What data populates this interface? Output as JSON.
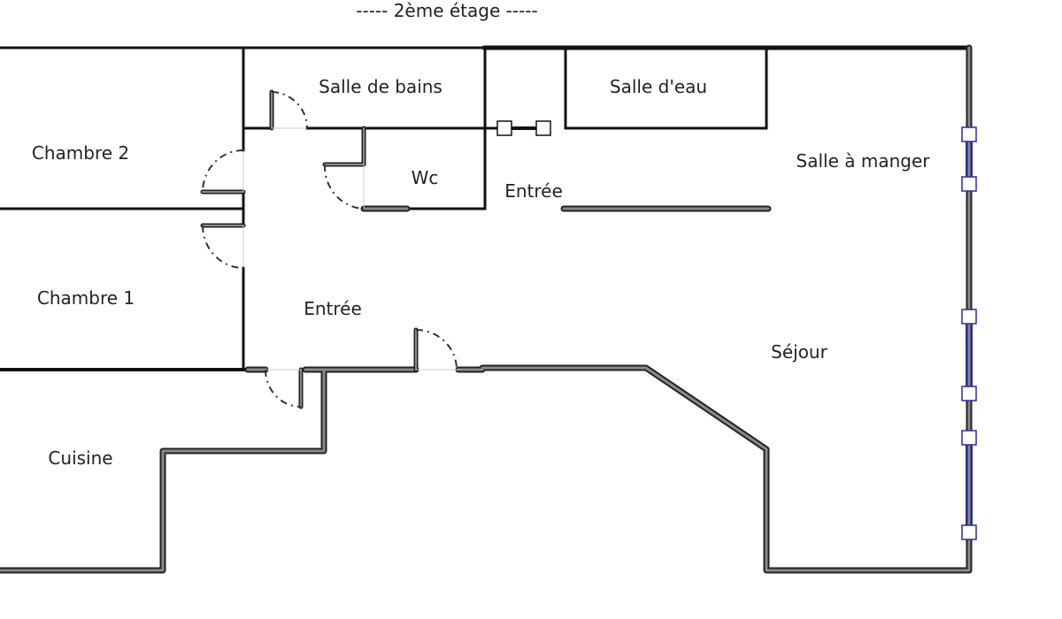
{
  "title": "-----  2ème étage  -----",
  "rooms": {
    "chambre2": "Chambre 2",
    "chambre1": "Chambre 1",
    "cuisine": "Cuisine",
    "salle_de_bains": "Salle de bains",
    "salle_deau": "Salle d'eau",
    "wc": "Wc",
    "entree_upper": "Entrée",
    "entree_main": "Entrée",
    "salle_a_manger": "Salle à manger",
    "sejour": "Séjour"
  },
  "colors": {
    "wall": "#111111",
    "window": "#2a2aa8"
  }
}
